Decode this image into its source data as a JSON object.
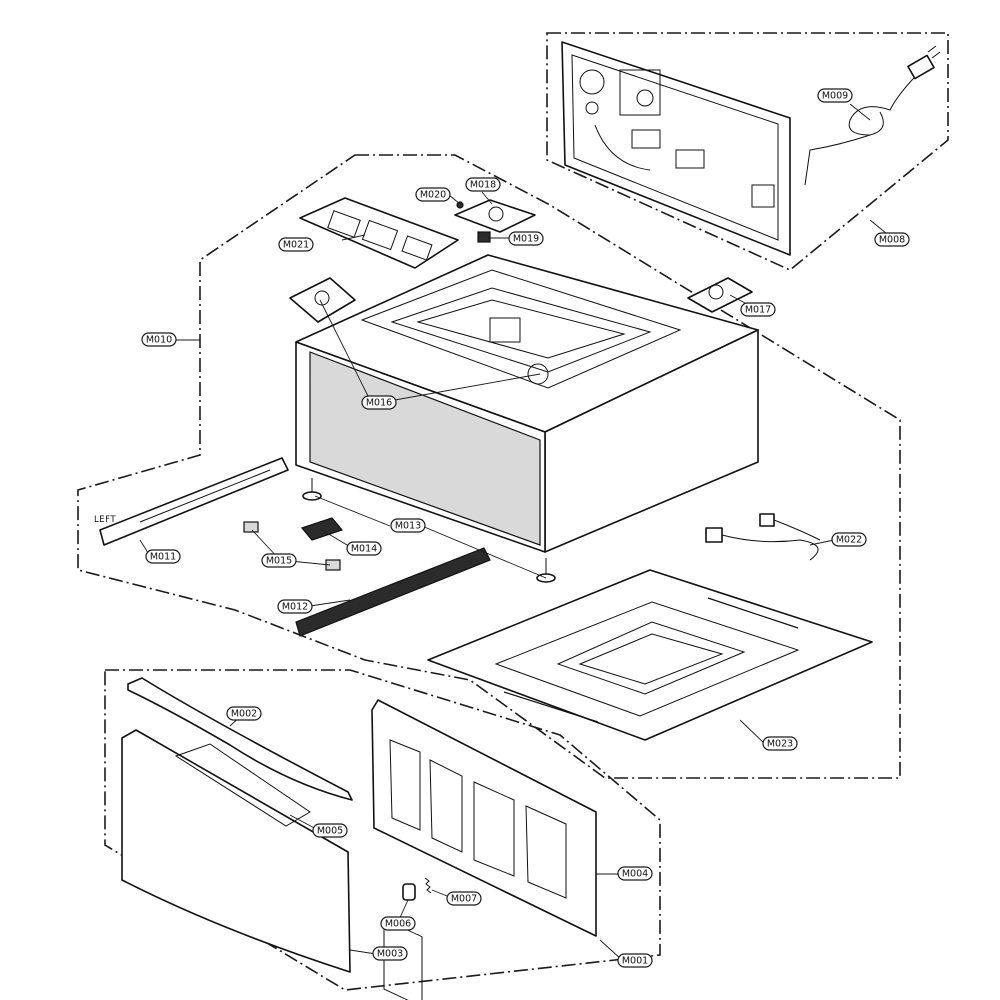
{
  "side_label": "LEFT",
  "callouts": {
    "m001": "M001",
    "m002": "M002",
    "m003": "M003",
    "m004": "M004",
    "m005": "M005",
    "m006": "M006",
    "m007": "M007",
    "m008": "M008",
    "m009": "M009",
    "m010": "M010",
    "m011": "M011",
    "m012": "M012",
    "m013": "M013",
    "m014": "M014",
    "m015": "M015",
    "m016": "M016",
    "m017": "M017",
    "m018": "M018",
    "m019": "M019",
    "m020": "M020",
    "m021": "M021",
    "m022": "M022",
    "m023": "M023"
  }
}
